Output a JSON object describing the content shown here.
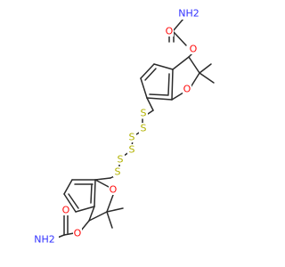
{
  "molecule": {
    "atoms": {
      "nh2_top": {
        "text": "NH2",
        "element": "N",
        "color": "#3333ff"
      },
      "o_carbonyl_top": {
        "text": "O",
        "element": "O",
        "color": "#ff0d0d"
      },
      "o_ester_top": {
        "text": "O",
        "element": "O",
        "color": "#ff0d0d"
      },
      "o_ring_top": {
        "text": "O",
        "element": "O",
        "color": "#ff0d0d"
      },
      "s1": {
        "text": "S",
        "element": "S",
        "color": "#b2b200"
      },
      "s2": {
        "text": "S",
        "element": "S",
        "color": "#b2b200"
      },
      "s3": {
        "text": "S",
        "element": "S",
        "color": "#b2b200"
      },
      "s4": {
        "text": "S",
        "element": "S",
        "color": "#b2b200"
      },
      "s5": {
        "text": "S",
        "element": "S",
        "color": "#b2b200"
      },
      "s6": {
        "text": "S",
        "element": "S",
        "color": "#b2b200"
      },
      "o_ring_bot": {
        "text": "O",
        "element": "O",
        "color": "#ff0d0d"
      },
      "o_ester_bot": {
        "text": "O",
        "element": "O",
        "color": "#ff0d0d"
      },
      "o_carbonyl_bot": {
        "text": "O",
        "element": "O",
        "color": "#ff0d0d"
      },
      "nh2_bot": {
        "text": "NH2",
        "element": "N",
        "color": "#3333ff"
      }
    },
    "bond_color": "#2b2b2b"
  }
}
